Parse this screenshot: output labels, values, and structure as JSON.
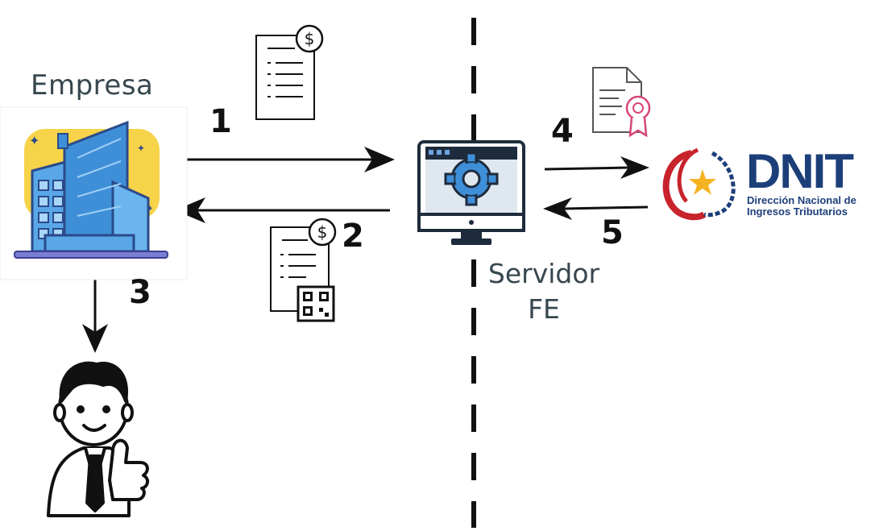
{
  "labels": {
    "empresa": "Empresa",
    "servidor_line1": "Servidor",
    "servidor_line2": "FE"
  },
  "steps": [
    "1",
    "2",
    "3",
    "4",
    "5"
  ],
  "dnit": {
    "brand": "DNIT",
    "subtitle_line1": "Dirección Nacional de",
    "subtitle_line2": "Ingresos Tributarios"
  },
  "icons": {
    "company": "building-icon",
    "server": "computer-gear-icon",
    "invoice": "invoice-document-icon",
    "invoice_qr": "invoice-qr-icon",
    "certificate": "certificate-document-icon",
    "user": "thumbs-up-man-icon"
  },
  "colors": {
    "text": "#37474f",
    "arrow": "#111111",
    "dnit_blue": "#1c3f7a",
    "dnit_red": "#c8232c",
    "certificate_pink": "#d6457a",
    "building_yellow": "#f7d34a",
    "building_blue": "#3f8fd8"
  }
}
